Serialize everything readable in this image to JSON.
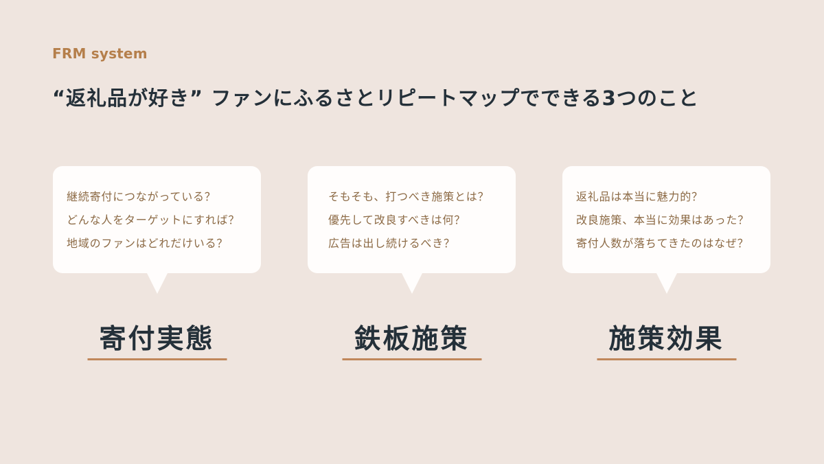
{
  "header": {
    "brand": "FRM system",
    "title": "“返礼品が好き” ファンにふるさとリピートマップでできる3つのこと"
  },
  "columns": [
    {
      "questions": [
        "継続寄付につながっている？",
        "どんな人をターゲットにすれば？",
        "地域のファンはどれだけいる？"
      ],
      "heading": "寄付実態"
    },
    {
      "questions": [
        "そもそも、打つべき施策とは？",
        "優先して改良すべきは何？",
        "広告は出し続けるべき？"
      ],
      "heading": "鉄板施策"
    },
    {
      "questions": [
        "返礼品は本当に魅力的？",
        "改良施策、本当に効果はあった？",
        "寄付人数が落ちてきたのはなぜ？"
      ],
      "heading": "施策効果"
    }
  ],
  "colors": {
    "background": "#efe5df",
    "brand": "#b57f4b",
    "title": "#243039",
    "question_text": "#8c6a45",
    "underline": "#c0875a",
    "bubble": "#fffdfc"
  }
}
